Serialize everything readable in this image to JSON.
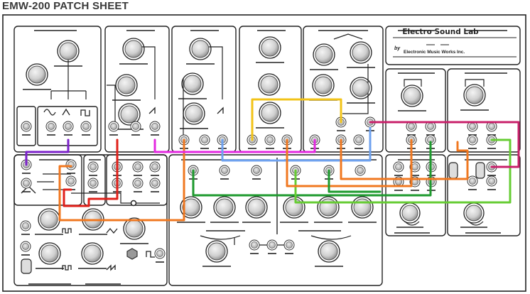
{
  "sheet": {
    "title": "EMW-200 PATCH SHEET",
    "brand": {
      "name": "Electro Sound Lab",
      "by": "by",
      "maker": "Electronic Music Works Inc."
    }
  },
  "icons": [
    "sine-wave-icon",
    "triangle-wave-icon",
    "square-wave-icon",
    "sawtooth-wave-icon",
    "pulse-wave-icon",
    "knob-icon",
    "patch-jack-icon",
    "toggle-switch-icon"
  ],
  "patch_cables": [
    {
      "color_name": "purple",
      "color": "#7b22c9"
    },
    {
      "color_name": "red",
      "color": "#e0201a"
    },
    {
      "color_name": "orange",
      "color": "#f07820"
    },
    {
      "color_name": "magenta",
      "color": "#e328e0"
    },
    {
      "color_name": "yellow",
      "color": "#f2c318"
    },
    {
      "color_name": "blue",
      "color": "#6fa2ef"
    },
    {
      "color_name": "green",
      "color": "#1e9a2e"
    },
    {
      "color_name": "light-green",
      "color": "#66cc33"
    },
    {
      "color_name": "crimson",
      "color": "#c8206a"
    }
  ]
}
